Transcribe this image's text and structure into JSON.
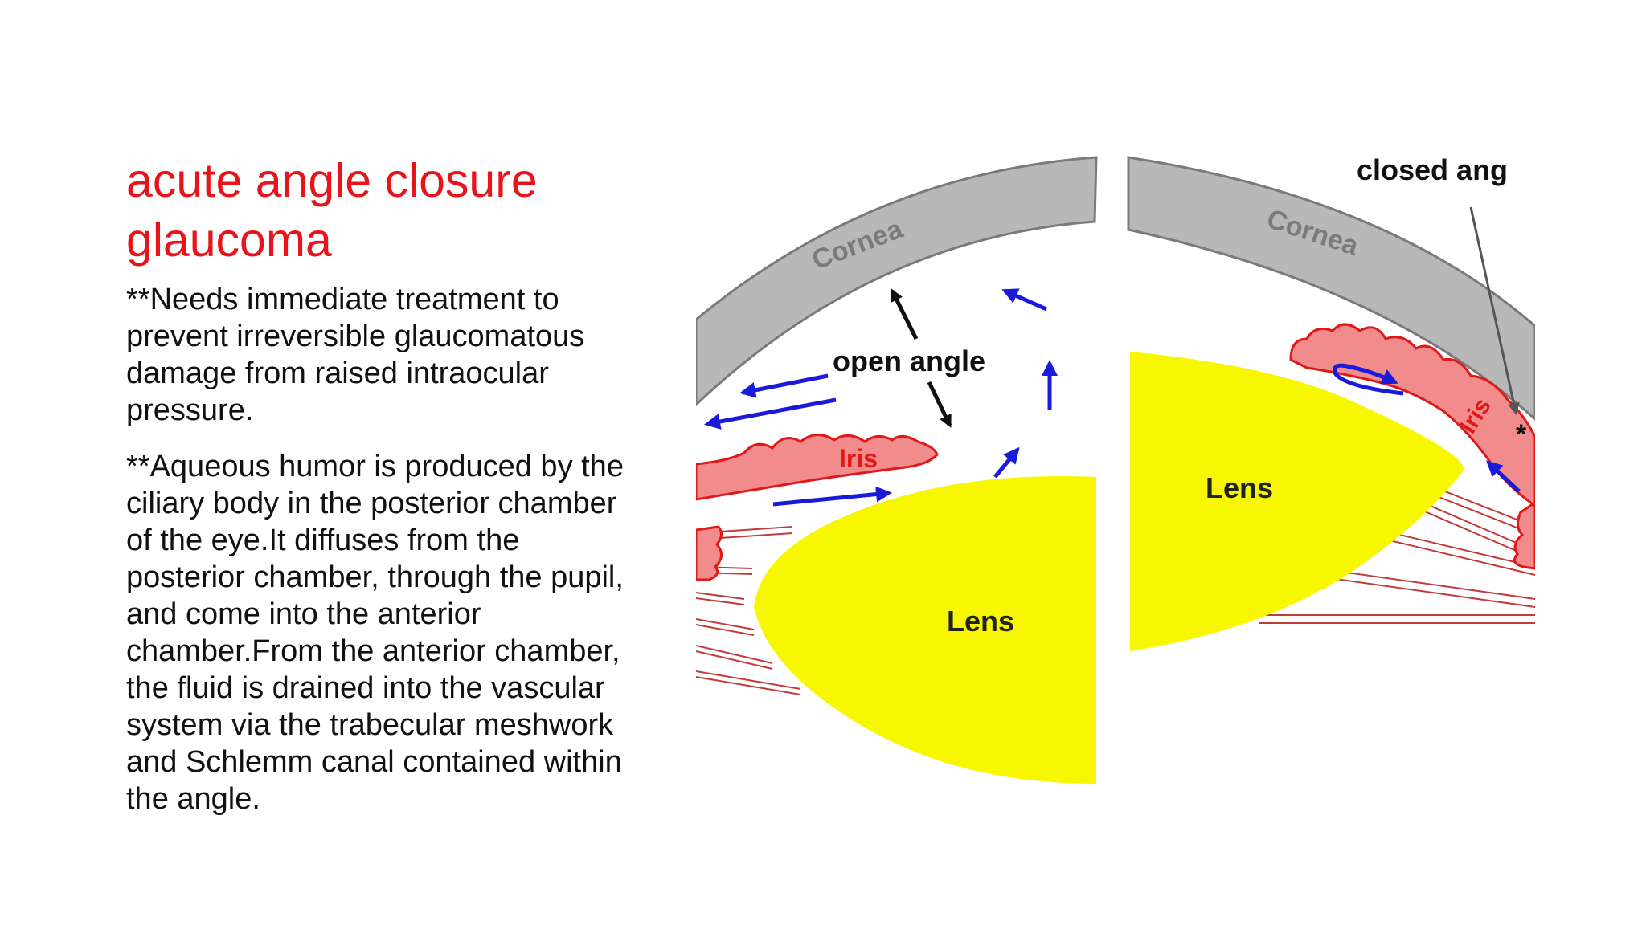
{
  "slide": {
    "title": "acute angle closure glaucoma",
    "paragraphs": [
      "**Needs immediate treatment to prevent irreversible glaucomatous damage from raised intraocular pressure.",
      "**Aqueous humor is produced by the ciliary body in the posterior chamber of the eye.It diffuses from the posterior chamber, through the pupil, and come into the anterior chamber.From the anterior chamber, the fluid is drained into the vascular system via the trabecular meshwork and Schlemm canal contained within the angle."
    ]
  },
  "figure": {
    "left_panel": {
      "cornea_label": "Cornea",
      "angle_label": "open angle",
      "iris_label": "Iris",
      "lens_label": "Lens"
    },
    "right_panel": {
      "cornea_label": "Cornea",
      "angle_label": "closed ang",
      "iris_label": "Iris",
      "lens_label": "Lens",
      "angle_marker": "*"
    },
    "colors": {
      "cornea": "#b8b8b8",
      "iris": "#f28b8b",
      "iris_outline": "#e01818",
      "lens": "#f7f700",
      "flow_arrow": "#1a1adb"
    }
  }
}
